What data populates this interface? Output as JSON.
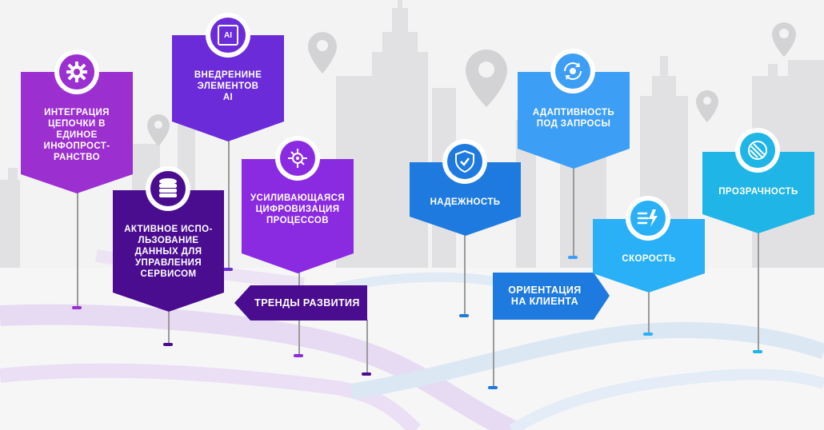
{
  "colors": {
    "violet": "#9b2fd0",
    "purple": "#6b2bd9",
    "dark_purple": "#4a0d8f",
    "blue": "#1f7ae0",
    "sky": "#3d9ef5",
    "cyan": "#1fb5e6",
    "light_blue": "#2ab0f7"
  },
  "signs": {
    "integration": "ИНТЕГРАЦИЯ ЦЕПОЧКИ В ЕДИНОЕ ИНФОПРОСТ-РАНСТВО",
    "ai": "ВНЕДРЕНИНЕ ЭЛЕМЕНТОВ AI",
    "digital": "УСИЛИВАЮЩАЯСЯ ЦИФРОВИЗАЦИЯ ПРОЦЕССОВ",
    "data": "АКТИВНОЕ ИСПО-ЛЬЗОВАНИЕ ДАННЫХ ДЛЯ УПРАВЛЕНИЯ СЕРВИСОМ",
    "trends": "ТРЕНДЫ РАЗВИТИЯ",
    "reliability": "НАДЕЖНОСТЬ",
    "client": "ОРИЕНТАЦИЯ НА КЛИЕНТА",
    "adaptive": "АДАПТИВНОСТЬ ПОД ЗАПРОСЫ",
    "speed": "СКОРОСТЬ",
    "transparency": "ПРОЗРАЧНОСТЬ"
  },
  "icons": {
    "ai_chip_label": "AI"
  }
}
